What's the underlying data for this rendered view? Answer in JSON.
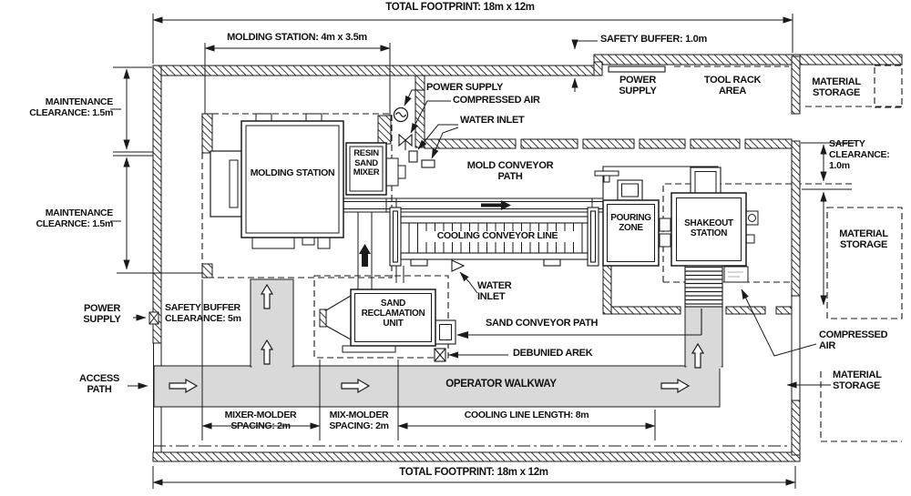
{
  "page": {
    "background": "#ffffff",
    "line_color": "#1a1a1a",
    "walkway_color": "#d9d9d9"
  },
  "dimensions": {
    "total_footprint_top": "TOTAL FOOTPRINT: 18m x 12m",
    "total_footprint_bottom": "TOTAL FOOTPRINT: 18m x 12m",
    "molding_station_size": "MOLDING STATION: 4m x 3.5m",
    "safety_buffer_top": "SAFETY BUFFER: 1.0m",
    "maintenance_clearance_upper": "MAINTENANCE CLEARANCE: 1.5m",
    "maintenance_clearance_lower": "MAINTENANCE CLEARNCE: 1.5m",
    "safety_clearance_right": "SAFETY CLEARANCE: 1.0m",
    "safety_buffer_clearance": "SAFETY BUFFER CLEARANCE: 5m",
    "mixer_molder_spacing": "MIXER-MOLDER SPACING: 2m",
    "mix_molder_spacing": "MIX-MOLDER SPACING: 2m",
    "cooling_line_length": "COOLING LINE LENGTH: 8m"
  },
  "equipment": {
    "molding_station": "MOLDING STATION",
    "resin_sand_mixer": "RESIN SAND MIXER",
    "cooling_conveyor_line": "COOLING CONVEYOR LINE",
    "pouring_zone": "POURING ZONE",
    "shakeout_station": "SHAKEOUT STATION",
    "sand_reclamation_unit": "SAND RECLAMATION UNIT"
  },
  "zones": {
    "tool_rack_area": "TOOL RACK AREA",
    "material_storage_top": "MATERIAL STORAGE",
    "material_storage_mid": "MATERIAL STORAGE",
    "material_storage_bottom": "MATERIAL STORAGE",
    "operator_walkway": "OPERATOR WALKWAY",
    "access_path": "ACCESS PATH"
  },
  "utilities": {
    "power_supply_top": "POWER SUPPLY",
    "power_supply_room": "POWER SUPPLY",
    "power_supply_left": "POWER SUPPLY",
    "compressed_air_top": "COMPRESSED AIR",
    "compressed_air_right": "COMPRESSED AIR",
    "water_inlet_top": "WATER INLET",
    "water_inlet_mid": "WATER INLET"
  },
  "paths": {
    "mold_conveyor_path": "MOLD CONVEYOR PATH",
    "sand_conveyor_path": "SAND CONVEYOR PATH",
    "debunied_arek": "DEBUNIED AREK"
  }
}
